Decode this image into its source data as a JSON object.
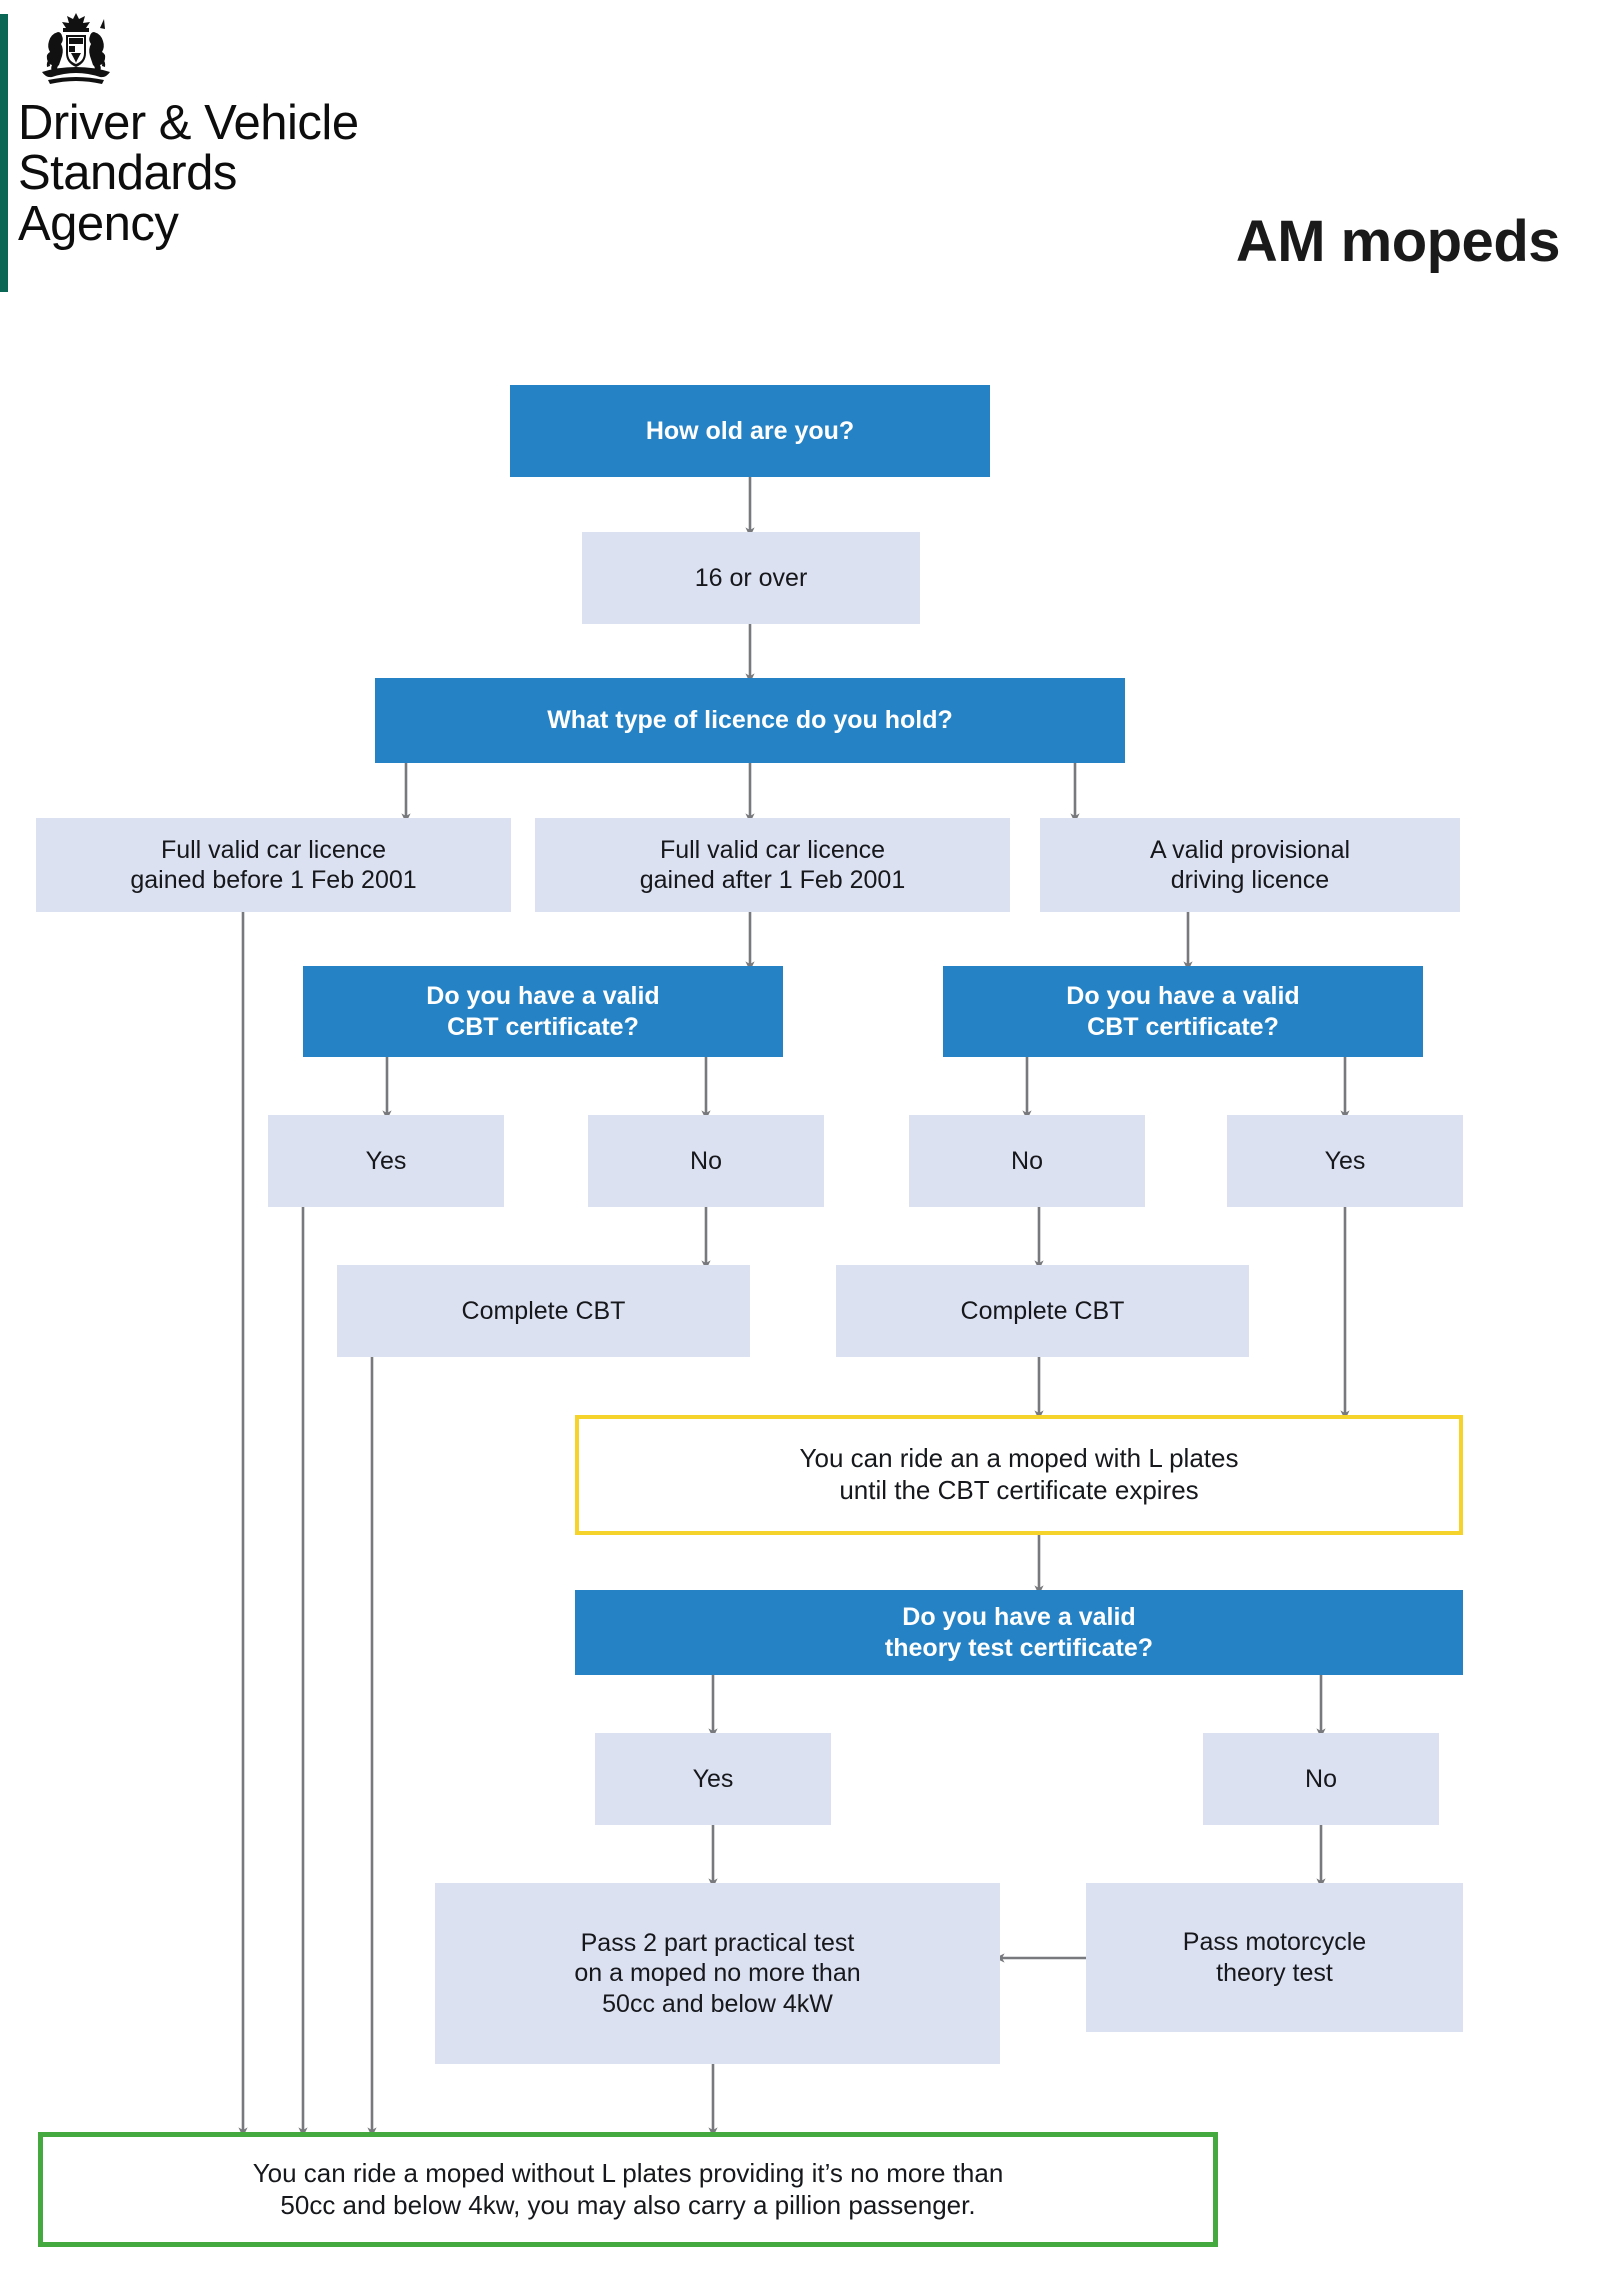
{
  "header": {
    "brand_line1": "Driver & Vehicle",
    "brand_line2": "Standards",
    "brand_line3": "Agency",
    "crest_icon": "royal-coat-of-arms-icon",
    "title": "AM mopeds",
    "brand_bar_color": "#0b6755"
  },
  "colors": {
    "question_fill": "#2582c5",
    "question_text": "#ffffff",
    "answer_fill": "#dce1f2",
    "answer_text": "#16181c",
    "warn_border": "#f6d32a",
    "success_border": "#44a93f",
    "connector": "#77797c"
  },
  "chart_data": {
    "type": "flowchart",
    "title": "AM mopeds",
    "nodes": [
      {
        "id": "q-age",
        "kind": "question",
        "text": "How old are you?"
      },
      {
        "id": "a-age",
        "kind": "answer",
        "text": "16 or over"
      },
      {
        "id": "q-licence",
        "kind": "question",
        "text": "What type of licence do you hold?"
      },
      {
        "id": "a-lic-before",
        "kind": "answer",
        "line1": "Full valid car licence",
        "line2": "gained before 1 Feb 2001"
      },
      {
        "id": "a-lic-after",
        "kind": "answer",
        "line1": "Full valid car licence",
        "line2": "gained after 1 Feb 2001"
      },
      {
        "id": "a-lic-prov",
        "kind": "answer",
        "line1": "A valid provisional",
        "line2": "driving licence"
      },
      {
        "id": "q-cbt-left",
        "kind": "question",
        "line1": "Do you have a valid",
        "line2": "CBT certificate?"
      },
      {
        "id": "q-cbt-right",
        "kind": "question",
        "line1": "Do you have a valid",
        "line2": "CBT certificate?"
      },
      {
        "id": "a-cbt-left-yes",
        "kind": "answer",
        "text": "Yes"
      },
      {
        "id": "a-cbt-left-no",
        "kind": "answer",
        "text": "No"
      },
      {
        "id": "a-cbt-right-no",
        "kind": "answer",
        "text": "No"
      },
      {
        "id": "a-cbt-right-yes",
        "kind": "answer",
        "text": "Yes"
      },
      {
        "id": "a-complete-left",
        "kind": "answer",
        "text": "Complete CBT"
      },
      {
        "id": "a-complete-right",
        "kind": "answer",
        "text": "Complete CBT"
      },
      {
        "id": "out-lplates",
        "kind": "outcome-warning",
        "line1": "You can ride an a moped with L plates",
        "line2": "until the CBT certificate expires"
      },
      {
        "id": "q-theory",
        "kind": "question",
        "line1": "Do you have a valid",
        "line2": "theory test certificate?"
      },
      {
        "id": "a-theory-yes",
        "kind": "answer",
        "text": "Yes"
      },
      {
        "id": "a-theory-no",
        "kind": "answer",
        "text": "No"
      },
      {
        "id": "a-practical",
        "kind": "answer",
        "line1": "Pass 2 part practical test",
        "line2": "on a moped no more than",
        "line3": "50cc and below 4kW"
      },
      {
        "id": "a-theory-test",
        "kind": "answer",
        "line1": "Pass motorcycle",
        "line2": "theory test"
      },
      {
        "id": "out-final",
        "kind": "outcome-success",
        "line1": "You can ride a moped without L plates providing it’s no more than",
        "line2": "50cc and below 4kw, you may also carry a pillion passenger."
      }
    ],
    "edges": [
      {
        "from": "q-age",
        "to": "a-age"
      },
      {
        "from": "a-age",
        "to": "q-licence"
      },
      {
        "from": "q-licence",
        "to": "a-lic-before"
      },
      {
        "from": "q-licence",
        "to": "a-lic-after"
      },
      {
        "from": "q-licence",
        "to": "a-lic-prov"
      },
      {
        "from": "a-lic-before",
        "to": "out-final"
      },
      {
        "from": "a-lic-after",
        "to": "q-cbt-left"
      },
      {
        "from": "a-lic-prov",
        "to": "q-cbt-right"
      },
      {
        "from": "q-cbt-left",
        "to": "a-cbt-left-yes"
      },
      {
        "from": "q-cbt-left",
        "to": "a-cbt-left-no"
      },
      {
        "from": "q-cbt-right",
        "to": "a-cbt-right-no"
      },
      {
        "from": "q-cbt-right",
        "to": "a-cbt-right-yes"
      },
      {
        "from": "a-cbt-left-yes",
        "to": "out-final"
      },
      {
        "from": "a-cbt-left-no",
        "to": "a-complete-left"
      },
      {
        "from": "a-cbt-right-no",
        "to": "a-complete-right"
      },
      {
        "from": "a-cbt-right-yes",
        "to": "out-lplates"
      },
      {
        "from": "a-complete-left",
        "to": "out-final"
      },
      {
        "from": "a-complete-right",
        "to": "out-lplates"
      },
      {
        "from": "out-lplates",
        "to": "q-theory"
      },
      {
        "from": "q-theory",
        "to": "a-theory-yes"
      },
      {
        "from": "q-theory",
        "to": "a-theory-no"
      },
      {
        "from": "a-theory-yes",
        "to": "a-practical"
      },
      {
        "from": "a-theory-no",
        "to": "a-theory-test"
      },
      {
        "from": "a-theory-test",
        "to": "a-practical"
      },
      {
        "from": "a-practical",
        "to": "out-final"
      }
    ]
  }
}
